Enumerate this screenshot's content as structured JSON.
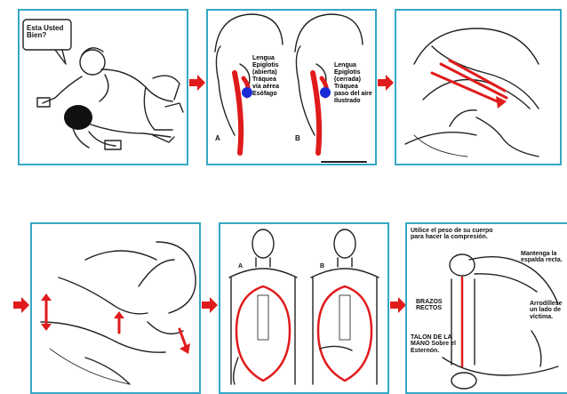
{
  "colors": {
    "panel_border": "#35a8c4",
    "accent_red": "#e01b1b",
    "accent_blue": "#1a2bd6",
    "line": "#222222"
  },
  "panel1": {
    "speech": "Esta Usted\nBien?"
  },
  "panel2": {
    "labels_a": [
      "Lengua",
      "Epiglotis",
      "(abierta)",
      "Tráquea",
      "vía aérea",
      "Esófago"
    ],
    "letter_a": "A",
    "labels_b": [
      "Lengua",
      "Epiglotis",
      "(cerrada)",
      "Tráquea",
      "paso del aire",
      "Ilustrado"
    ],
    "letter_b": "B"
  },
  "panel5": {
    "letter_a": "A",
    "letter_b": "B"
  },
  "panel6": {
    "top_text": "Utilice el peso de su cuerpo\npara hacer la compresión.",
    "keep_text": "Mantenga la\nespalda recta.",
    "arms_text": "BRAZOS\nRECTOS",
    "kneel_text": "Arrodíllese\nun lado de\nvíctima.",
    "heel_text": "TALON DE LA\nMANO Sobre el\nEsternón."
  },
  "arrows": [
    {
      "name": "arrow-step1-to-2",
      "icon": "red-right-arrow"
    },
    {
      "name": "arrow-step2-to-3",
      "icon": "red-right-arrow"
    },
    {
      "name": "arrow-step3-to-4",
      "icon": "red-right-arrow"
    },
    {
      "name": "arrow-step4-to-5",
      "icon": "red-right-arrow"
    },
    {
      "name": "arrow-step5-to-6",
      "icon": "red-right-arrow"
    }
  ]
}
